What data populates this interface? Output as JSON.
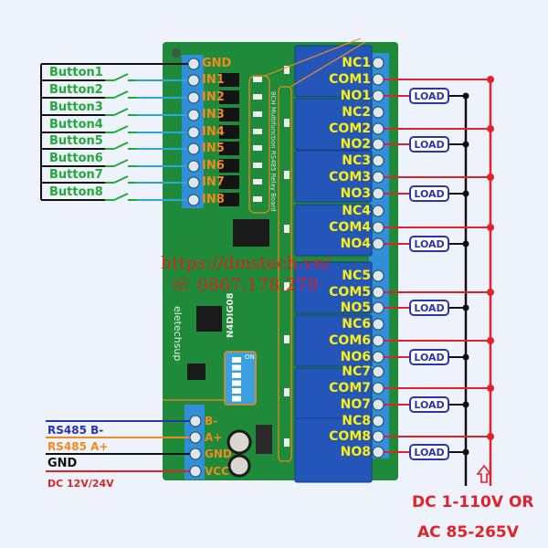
{
  "colors": {
    "background": "#eef3fb",
    "pcb": "#1f8a3a",
    "terminal": "#2f8fd8",
    "relay": "#2356b8",
    "button_wire": "#22a93a",
    "input_wire": "#2aa7e0",
    "power_wire": "#e0222a",
    "ground_wire": "#111111",
    "rs485_b": "#2a34b0",
    "rs485_a": "#f28a1e",
    "label_orange": "#f28a1e",
    "label_yellow": "#f4ee2a",
    "load_border": "#2a34b0"
  },
  "inputs": {
    "gnd_label": "GND",
    "buttons": [
      "Button1",
      "Button2",
      "Button3",
      "Button4",
      "Button5",
      "Button6",
      "Button7",
      "Button8"
    ],
    "terminals": [
      "IN1",
      "IN2",
      "IN3",
      "IN4",
      "IN5",
      "IN6",
      "IN7",
      "IN8"
    ]
  },
  "board": {
    "brand": "eletechsup",
    "model": "N4DIG08",
    "description": "8CH Multifunction RS485 Relay Board",
    "dip_switch": "ON"
  },
  "relays": [
    {
      "nc": "NC1",
      "com": "COM1",
      "no": "NO1"
    },
    {
      "nc": "NC2",
      "com": "COM2",
      "no": "NO2"
    },
    {
      "nc": "NC3",
      "com": "COM3",
      "no": "NO3"
    },
    {
      "nc": "NC4",
      "com": "COM4",
      "no": "NO4"
    },
    {
      "nc": "NC5",
      "com": "COM5",
      "no": "NO5"
    },
    {
      "nc": "NC6",
      "com": "COM6",
      "no": "NO6"
    },
    {
      "nc": "NC7",
      "com": "COM7",
      "no": "NO7"
    },
    {
      "nc": "NC8",
      "com": "COM8",
      "no": "NO8"
    }
  ],
  "load_label": "LOAD",
  "power_bus": {
    "terminals": [
      "B-",
      "A+",
      "GND",
      "VCC"
    ],
    "wires": [
      "RS485 B-",
      "RS485 A+",
      "GND",
      "DC 12V/24V"
    ]
  },
  "load_supply": {
    "line1": "DC 1-110V OR",
    "line2": "AC 85-265V"
  },
  "watermark": {
    "url": "https://dmstech.vn/",
    "phone": "☏ 0867.178.279"
  }
}
